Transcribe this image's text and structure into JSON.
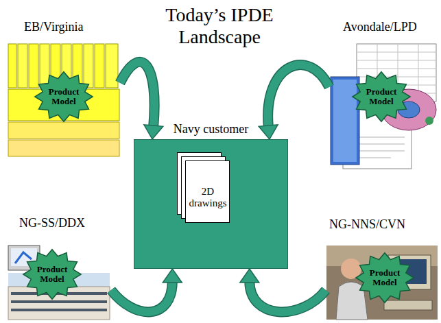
{
  "diagram": {
    "title": "Today’s IPDE Landscape",
    "nodes": [
      {
        "text": [
          "EB/Virginia"
        ]
      },
      {
        "text": [
          "Product Model"
        ],
        "in": 0
      },
      {
        "text": [
          "Avondale/LPD"
        ]
      },
      {
        "text": [
          "Product Model"
        ],
        "in": 2
      },
      {
        "text": [
          "Navy customer"
        ]
      },
      {
        "text": [
          "2D drawings"
        ],
        "in": 4
      },
      {
        "text": [
          "NG-SS/DDX"
        ]
      },
      {
        "text": [
          "Product Model"
        ],
        "in": 6
      },
      {
        "text": [
          "NG-NNS/CVN"
        ]
      },
      {
        "text": [
          "Product Model"
        ],
        "in": 8
      }
    ],
    "edges": [
      {
        "from": 0,
        "to": 4,
        "arrow": "to"
      },
      {
        "from": 2,
        "to": 4,
        "arrow": "to"
      },
      {
        "from": 6,
        "to": 4,
        "arrow": "to"
      },
      {
        "from": 8,
        "to": 4,
        "arrow": "to"
      }
    ]
  }
}
